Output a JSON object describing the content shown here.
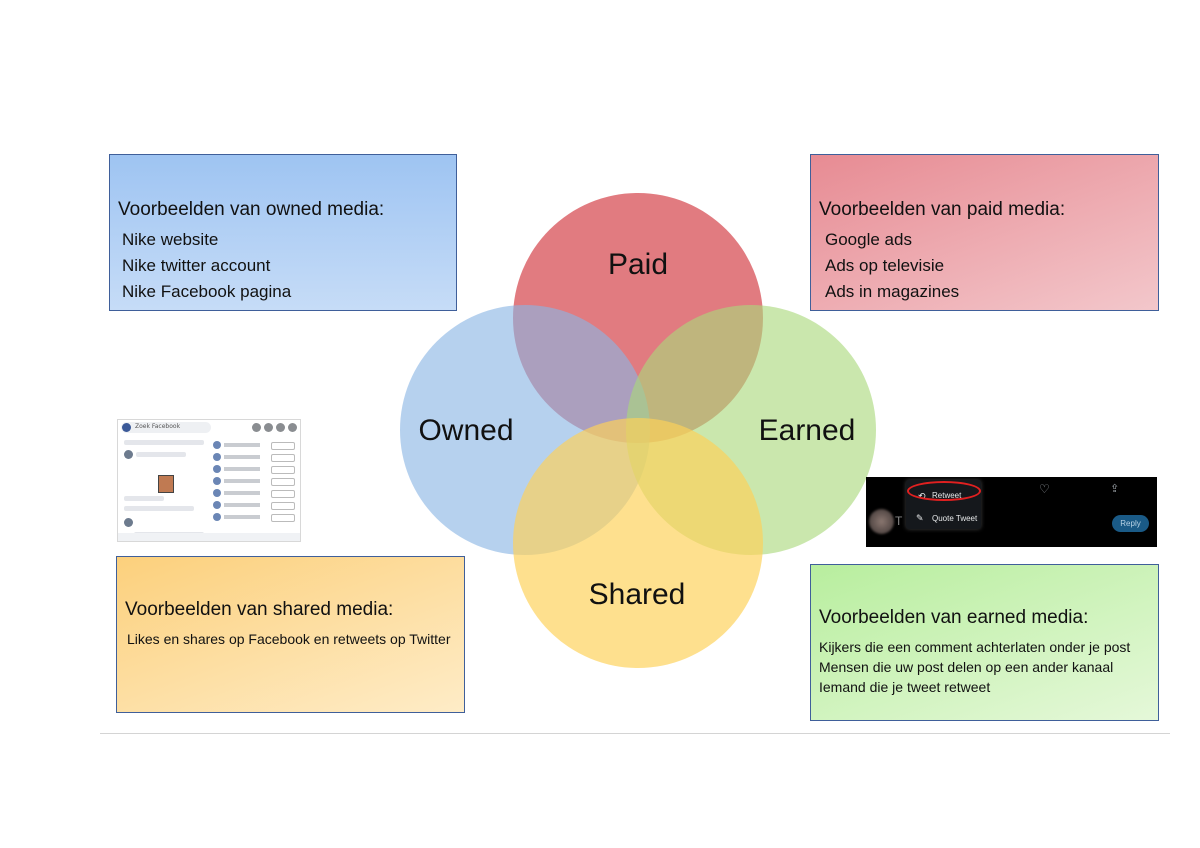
{
  "venn": {
    "paid_label": "Paid",
    "owned_label": "Owned",
    "earned_label": "Earned",
    "shared_label": "Shared",
    "colors": {
      "paid": "#d9565c",
      "owned": "#89b4e3",
      "earned": "#a9d97a",
      "shared": "#fdd258"
    }
  },
  "owned_box": {
    "heading": "Voorbeelden van owned media:",
    "items": [
      "Nike website",
      "Nike twitter account",
      "Nike Facebook pagina"
    ]
  },
  "paid_box": {
    "heading": "Voorbeelden van paid media:",
    "items": [
      "Google ads",
      "Ads op televisie",
      "Ads in magazines"
    ]
  },
  "shared_box": {
    "heading": "Voorbeelden van shared media:",
    "items": [
      "Likes en shares op Facebook en retweets op Twitter"
    ]
  },
  "earned_box": {
    "heading": "Voorbeelden van earned media:",
    "items": [
      "Kijkers die een comment achterlaten onder je post",
      "Mensen die uw post delen op een ander kanaal",
      "Iemand die je tweet retweet"
    ]
  },
  "twitter_thumb": {
    "retweet_label": "Retweet",
    "quote_label": "Quote Tweet",
    "reply_label": "Reply",
    "author_initial": "T"
  },
  "facebook_thumb": {
    "search_placeholder": "Zoek Facebook"
  }
}
